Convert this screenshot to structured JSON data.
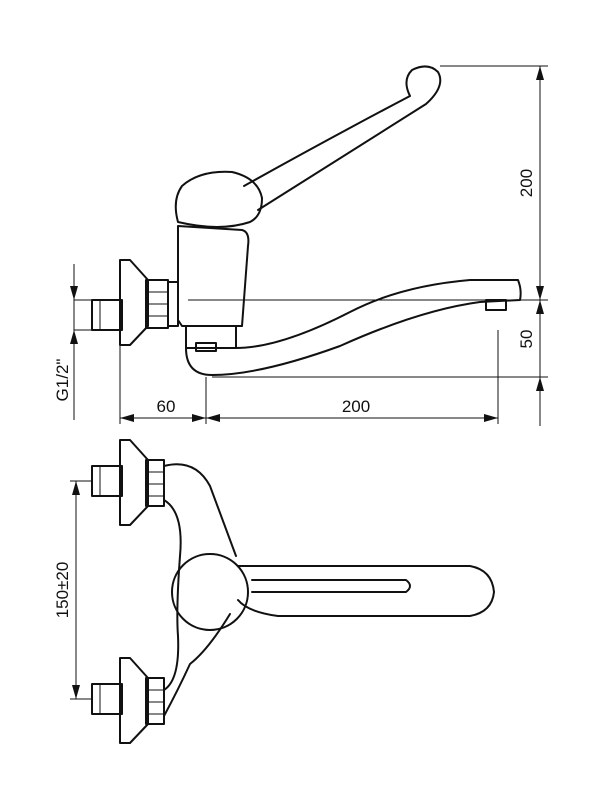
{
  "diagram": {
    "dimensions": {
      "handle_height": "200",
      "spout_drop": "50",
      "wall_offset": "60",
      "spout_reach": "200",
      "thread": "G1/2\"",
      "inlet_spacing": "150±20"
    },
    "colors": {
      "line": "#111111",
      "background": "#ffffff"
    }
  }
}
